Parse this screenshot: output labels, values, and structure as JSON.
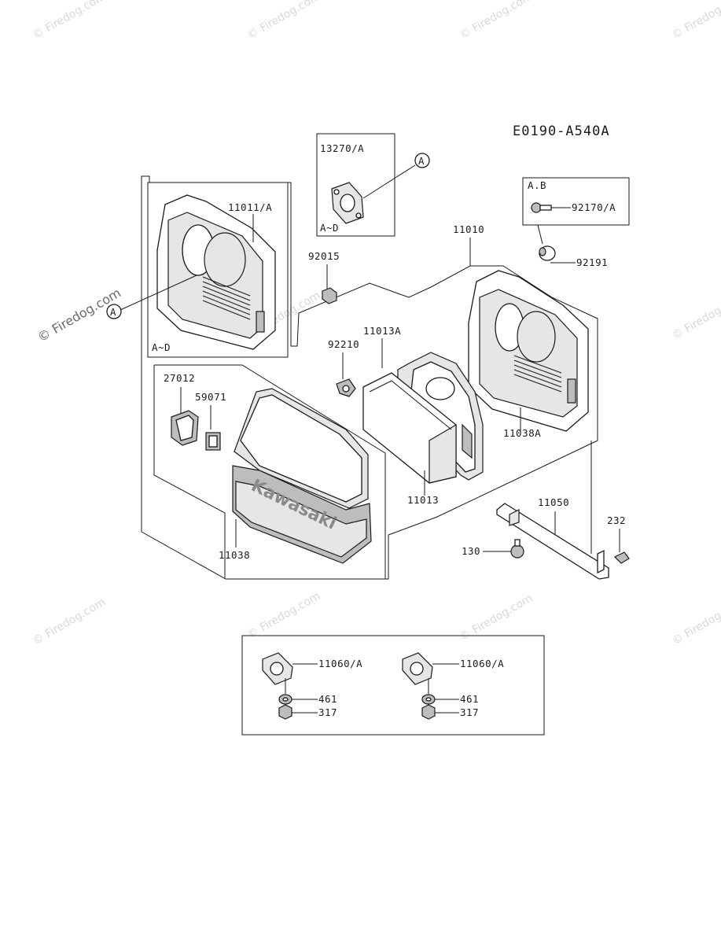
{
  "diagram": {
    "code": "E0190-A540A",
    "watermarks": [
      "© Firedog.com"
    ],
    "watermark_main": "© Firedog.com",
    "brand_text": "Kawasaki",
    "callout_marker": "A",
    "range_labels": {
      "left_box": "A~D",
      "gasket_box": "A~D",
      "bolt_box": "A.B"
    },
    "parts": {
      "p13270A": "13270/A",
      "p11011A": "11011/A",
      "p92015": "92015",
      "p11010": "11010",
      "p92170A": "92170/A",
      "p92191": "92191",
      "p11013A": "11013A",
      "p92210": "92210",
      "p27012": "27012",
      "p59071": "59071",
      "p11038A": "11038A",
      "p11013": "11013",
      "p11050": "11050",
      "p232": "232",
      "p130": "130",
      "p11038": "11038",
      "p11060A_1": "11060/A",
      "p461_1": "461",
      "p317_1": "317",
      "p11060A_2": "11060/A",
      "p461_2": "461",
      "p317_2": "317"
    }
  }
}
